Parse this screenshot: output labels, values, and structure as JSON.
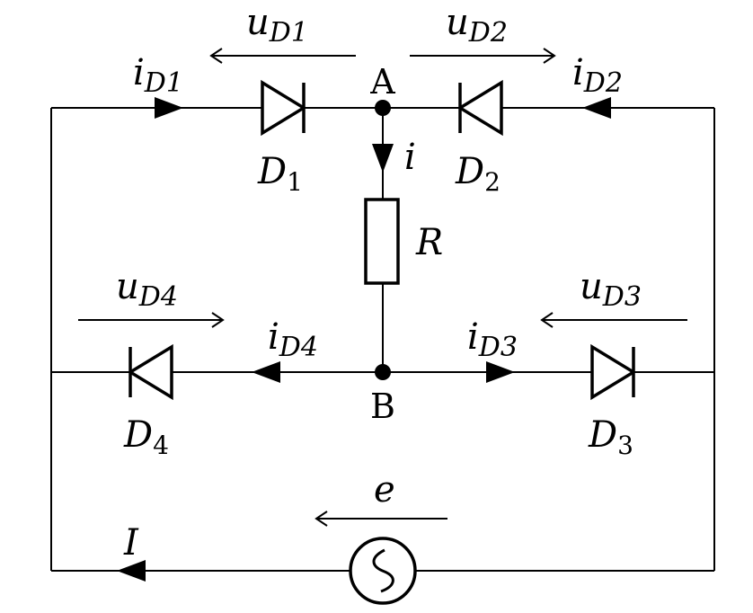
{
  "nodes": {
    "a": "A",
    "b": "B"
  },
  "components": {
    "d1": {
      "name": "D",
      "sub": "1"
    },
    "d2": {
      "name": "D",
      "sub": "2"
    },
    "d3": {
      "name": "D",
      "sub": "3"
    },
    "d4": {
      "name": "D",
      "sub": "4"
    },
    "r": "R"
  },
  "currents": {
    "iD1": {
      "main": "i",
      "sub": "D1"
    },
    "iD2": {
      "main": "i",
      "sub": "D2"
    },
    "iD3": {
      "main": "i",
      "sub": "D3"
    },
    "iD4": {
      "main": "i",
      "sub": "D4"
    },
    "i": "i",
    "I": "I"
  },
  "voltages": {
    "uD1": {
      "main": "u",
      "sub": "D1"
    },
    "uD2": {
      "main": "u",
      "sub": "D2"
    },
    "uD3": {
      "main": "u",
      "sub": "D3"
    },
    "uD4": {
      "main": "u",
      "sub": "D4"
    },
    "e": "e"
  }
}
